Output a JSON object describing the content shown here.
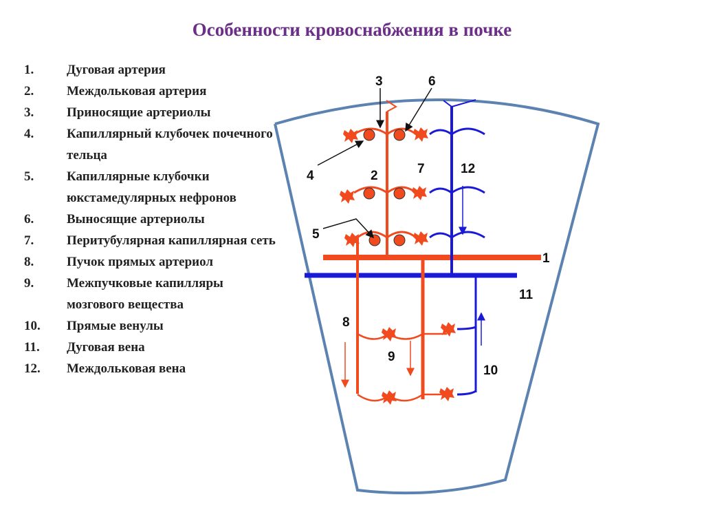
{
  "title": "Особенности кровоснабжения в почке",
  "legend": [
    {
      "num": "1.",
      "text": "Дуговая артерия"
    },
    {
      "num": "2.",
      "text": "Междольковая артерия"
    },
    {
      "num": "3.",
      "text": "Приносящие артериолы"
    },
    {
      "num": "4.",
      "text": "Капиллярный клубочек почечного тельца"
    },
    {
      "num": "5.",
      "text": "Капиллярные клубочки юкстамедулярных нефронов"
    },
    {
      "num": "6.",
      "text": "Выносящие артериолы"
    },
    {
      "num": "7.",
      "text": "Перитубулярная капиллярная сеть"
    },
    {
      "num": "8.",
      "text": " Пучок прямых артериол"
    },
    {
      "num": "9.",
      "text": "Межпучковые капилляры мозгового вещества"
    },
    {
      "num": "10.",
      "text": "Прямые венулы"
    },
    {
      "num": "11.",
      "text": "Дуговая вена"
    },
    {
      "num": "12.",
      "text": "Междольковая вена"
    }
  ],
  "labels": {
    "l1": "1",
    "l2": "2",
    "l3": "3",
    "l4": "4",
    "l5": "5",
    "l6": "6",
    "l7": "7",
    "l8": "8",
    "l9": "9",
    "l10": "10",
    "l11": "11",
    "l12": "12"
  },
  "colors": {
    "artery": "#f04a1e",
    "vein": "#1a1ad6",
    "outline": "#5b82b0",
    "title": "#6b2f8a"
  }
}
